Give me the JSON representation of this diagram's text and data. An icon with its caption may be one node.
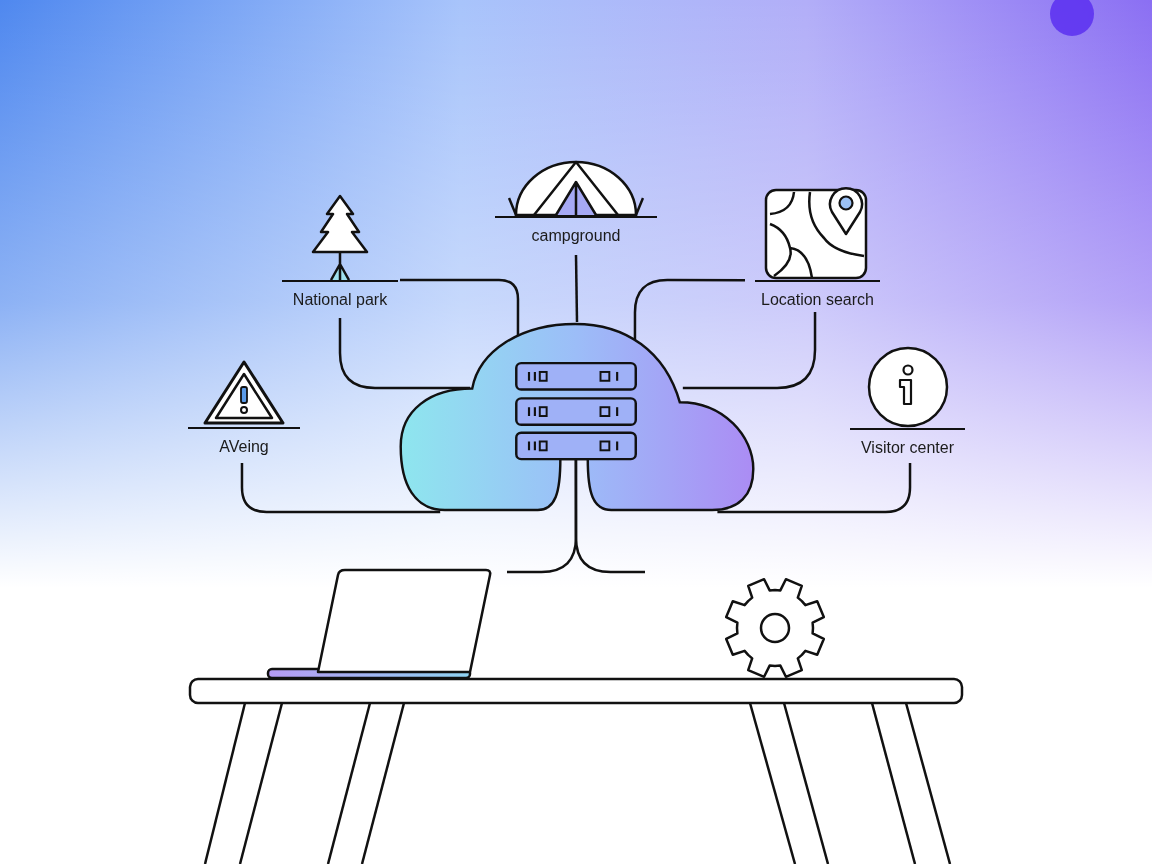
{
  "diagram": {
    "nodes": [
      {
        "text": [],
        "shape": "cloud"
      },
      {
        "text": [
          "National park"
        ]
      },
      {
        "text": [
          "campground"
        ]
      },
      {
        "text": [
          "Location search"
        ]
      },
      {
        "text": [
          "AVeing"
        ]
      },
      {
        "text": [
          "Visitor center"
        ]
      }
    ],
    "edges": [
      {
        "from": 1,
        "to": 0,
        "arrow": "none"
      },
      {
        "from": 1,
        "to": 0,
        "arrow": "none"
      },
      {
        "from": 2,
        "to": 0,
        "arrow": "none"
      },
      {
        "from": 3,
        "to": 0,
        "arrow": "none"
      },
      {
        "from": 3,
        "to": 0,
        "arrow": "none"
      },
      {
        "from": 4,
        "to": 0,
        "arrow": "none"
      },
      {
        "from": 5,
        "to": 0,
        "arrow": "none"
      },
      {
        "from": 0,
        "to": null,
        "arrow": "none"
      },
      {
        "from": 0,
        "to": null,
        "arrow": "none"
      }
    ]
  }
}
